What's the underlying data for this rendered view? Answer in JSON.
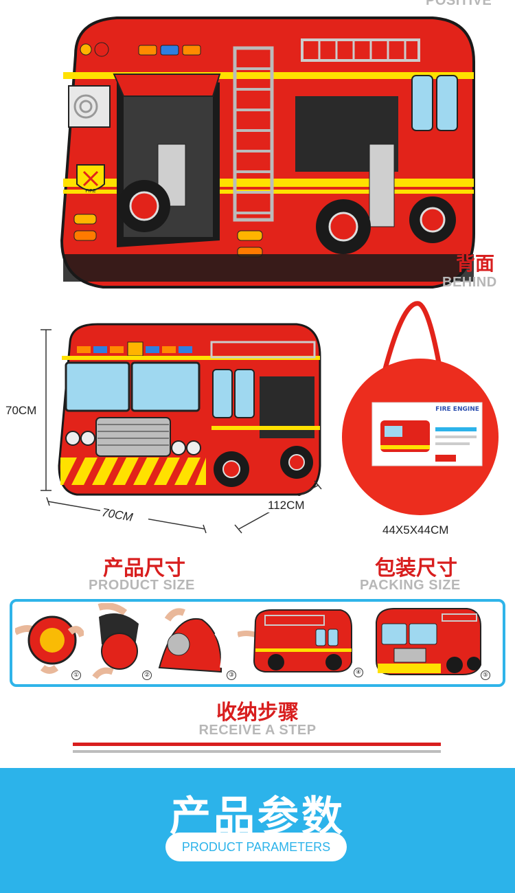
{
  "top": {
    "positive_en": "POSITIVE",
    "behind_cn": "背面",
    "behind_en": "BEHIND"
  },
  "dimensions": {
    "height_label": "70CM",
    "width_label": "70CM",
    "length_label": "112CM",
    "packing_label": "44X5X44CM",
    "packing_box_title": "FIRE ENGINE"
  },
  "sizes": {
    "product_cn": "产品尺寸",
    "product_en": "PRODUCT SIZE",
    "packing_cn": "包装尺寸",
    "packing_en": "PACKING SIZE"
  },
  "fire_badge": "FIRE",
  "steps": {
    "numbers": [
      "①",
      "②",
      "③",
      "④",
      "⑤"
    ],
    "title_cn": "收纳步骤",
    "title_en": "RECEIVE A STEP"
  },
  "params": {
    "title_cn": "产品参数",
    "title_en": "PRODUCT PARAMETERS"
  },
  "colors": {
    "brand_red": "#d81e1e",
    "accent_blue": "#2cb3ea",
    "truck_red": "#e2231a",
    "stripe_yellow": "#ffe100"
  }
}
